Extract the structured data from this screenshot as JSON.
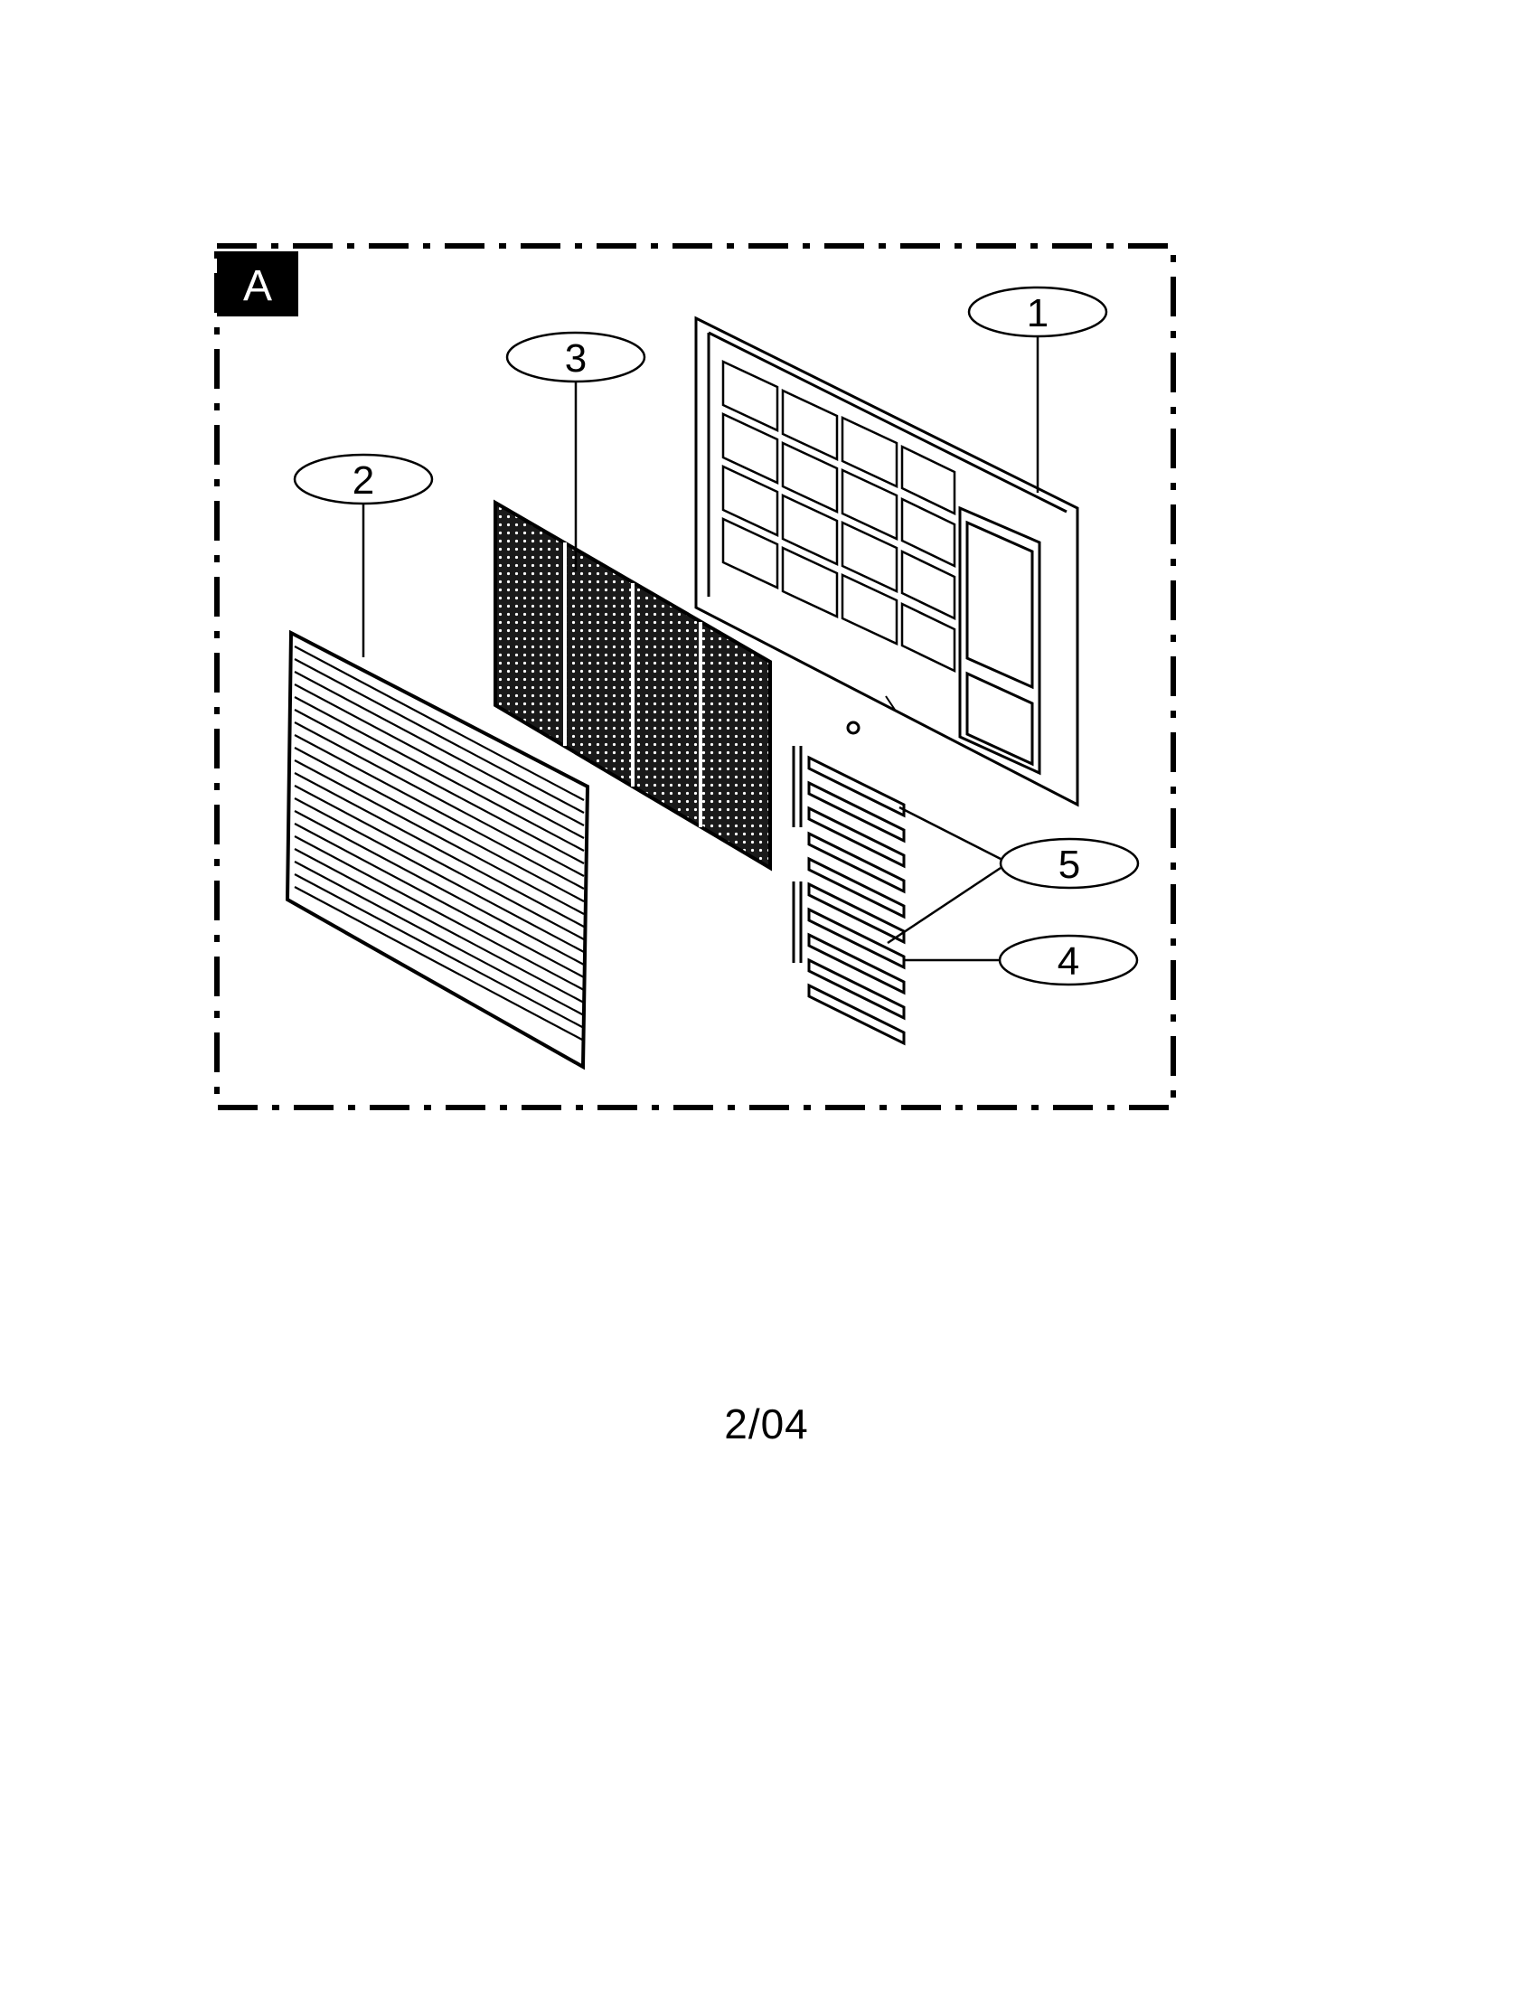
{
  "section": {
    "label": "A"
  },
  "callouts": [
    {
      "id": "1",
      "label": "1"
    },
    {
      "id": "2",
      "label": "2"
    },
    {
      "id": "3",
      "label": "3"
    },
    {
      "id": "4",
      "label": "4"
    },
    {
      "id": "5",
      "label": "5"
    }
  ],
  "footer": {
    "code": "2/04"
  }
}
